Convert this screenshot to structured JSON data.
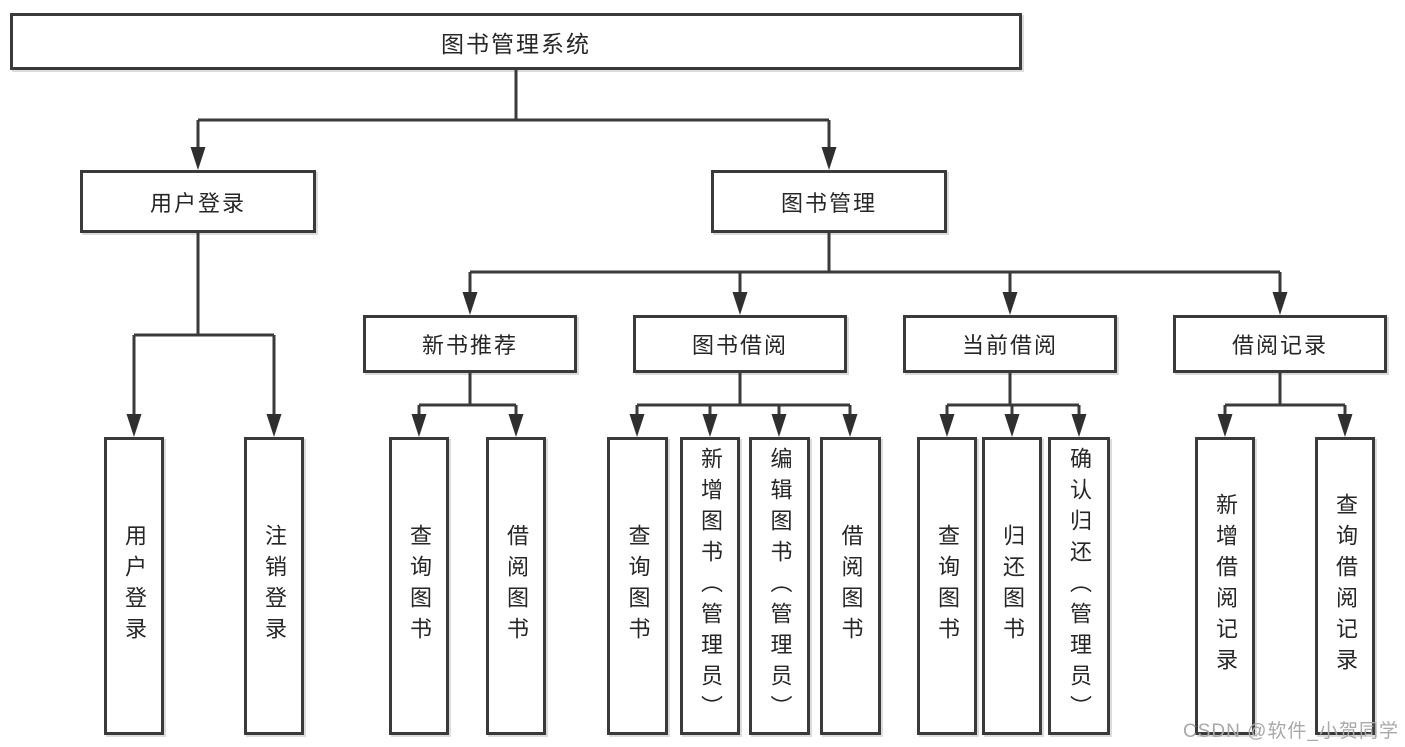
{
  "diagram": {
    "root_label": "图书管理系统",
    "level2": {
      "user_login": "用户登录",
      "book_mgmt": "图书管理"
    },
    "level3": {
      "new_books": "新书推荐",
      "borrowing": "图书借阅",
      "current": "当前借阅",
      "records": "借阅记录"
    },
    "leaves": {
      "user_login": [
        "用户登录",
        "注销登录"
      ],
      "new_books": [
        "查询图书",
        "借阅图书"
      ],
      "borrowing": [
        "查询图书",
        "新增图书（管理员）",
        "编辑图书（管理员）",
        "借阅图书"
      ],
      "current": [
        "查询图书",
        "归还图书",
        "确认归还（管理员）"
      ],
      "records": [
        "新增借阅记录",
        "查询借阅记录"
      ]
    }
  },
  "watermark": "CSDN @软件_小贺同学",
  "colors": {
    "box_border": "#3a3a3a",
    "connector_line": "#3a3a3a",
    "arrowhead": "#2f2f2f",
    "text": "#262626",
    "watermark_text": "#a9a9a9",
    "background": "#ffffff"
  }
}
